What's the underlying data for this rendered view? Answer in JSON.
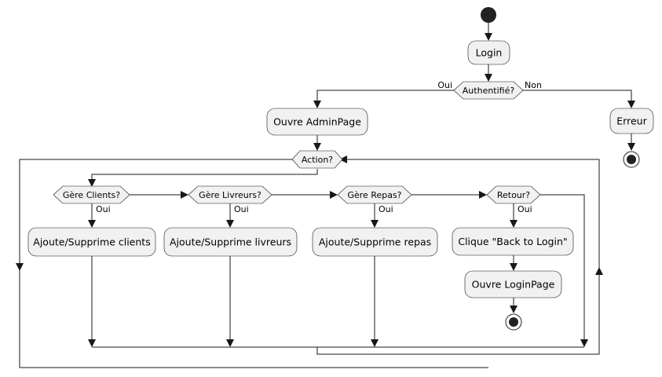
{
  "diagram": {
    "nodes": {
      "login": "Login",
      "auth": "Authentifié?",
      "ouvre_admin": "Ouvre AdminPage",
      "erreur": "Erreur",
      "action": "Action?",
      "gere_clients": "Gère Clients?",
      "gere_livreurs": "Gère Livreurs?",
      "gere_repas": "Gère Repas?",
      "retour": "Retour?",
      "ajoute_clients": "Ajoute/Supprime clients",
      "ajoute_livreurs": "Ajoute/Supprime livreurs",
      "ajoute_repas": "Ajoute/Supprime repas",
      "clique_back": "Clique \"Back to Login\"",
      "ouvre_login": "Ouvre LoginPage"
    },
    "labels": {
      "auth_yes": "Oui",
      "auth_no": "Non",
      "clients_yes": "Oui",
      "livreurs_yes": "Oui",
      "repas_yes": "Oui",
      "retour_yes": "Oui"
    }
  }
}
